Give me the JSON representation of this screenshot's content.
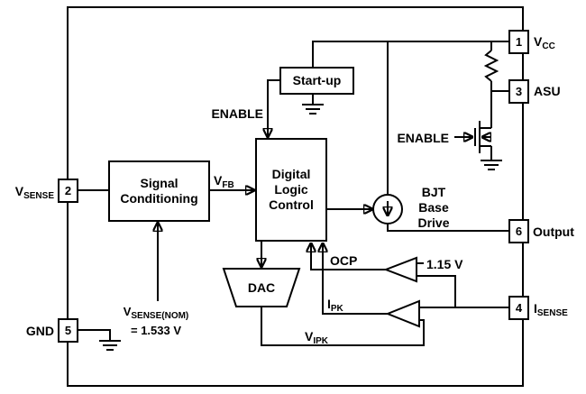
{
  "pins": {
    "vcc": {
      "number": "1",
      "main": "V",
      "sub": "CC"
    },
    "asu": {
      "number": "3",
      "main": "ASU"
    },
    "output": {
      "number": "6",
      "main": "Output"
    },
    "isense": {
      "number": "4",
      "main": "I",
      "sub": "SENSE"
    },
    "vsense": {
      "number": "2",
      "main": "V",
      "sub": "SENSE"
    },
    "gnd": {
      "number": "5",
      "main": "GND"
    }
  },
  "blocks": {
    "signal_conditioning": "Signal Conditioning",
    "digital_logic_control": "Digital Logic Control",
    "startup": "Start-up",
    "dac": "DAC",
    "bjt_base_drive": "BJT Base Drive"
  },
  "signals": {
    "enable_logic": "ENABLE",
    "enable_gate": "ENABLE",
    "vfb": {
      "main": "V",
      "sub": "FB"
    },
    "ocp": "OCP",
    "ref_voltage": "1.15 V",
    "ipk": {
      "main": "I",
      "sub": "PK"
    },
    "vipk": {
      "main": "V",
      "sub": "IPK"
    },
    "vsense_nom": {
      "main": "V",
      "sub": "SENSE(NOM)",
      "value": "= 1.533 V"
    }
  }
}
